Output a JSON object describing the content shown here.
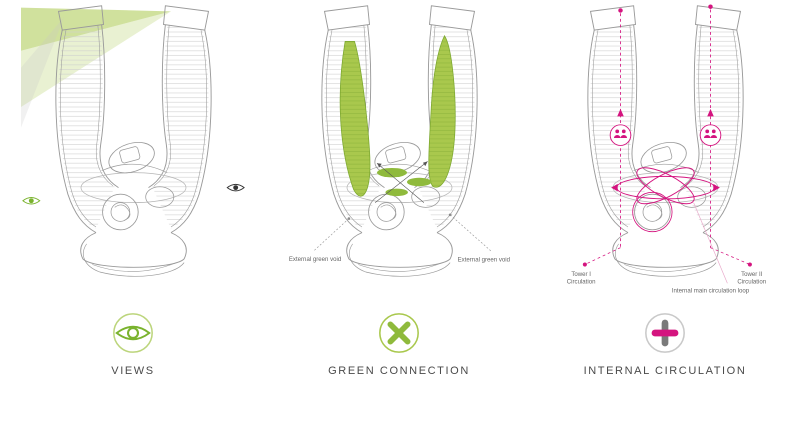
{
  "page": {
    "background": "#ffffff"
  },
  "colors": {
    "green_accent": "#8fba3c",
    "green_fill": "#a9c84d",
    "pink_accent": "#d4147f",
    "sketch_gray": "#9a9a9a",
    "caption_gray": "#4a4a4a"
  },
  "panels": [
    {
      "id": "views",
      "caption": "VIEWS",
      "icon": "eye-icon"
    },
    {
      "id": "green-connection",
      "caption": "GREEN CONNECTION",
      "icon": "x-icon",
      "labels": {
        "left": "External green void",
        "right": "External green void"
      }
    },
    {
      "id": "internal-circulation",
      "caption": "INTERNAL CIRCULATION",
      "icon": "plus-icon",
      "labels": {
        "left_line1": "Tower I",
        "left_line2": "Circulation",
        "right_line1": "Tower II",
        "right_line2": "Circulation",
        "loop": "Internal main circulation loop"
      }
    }
  ]
}
